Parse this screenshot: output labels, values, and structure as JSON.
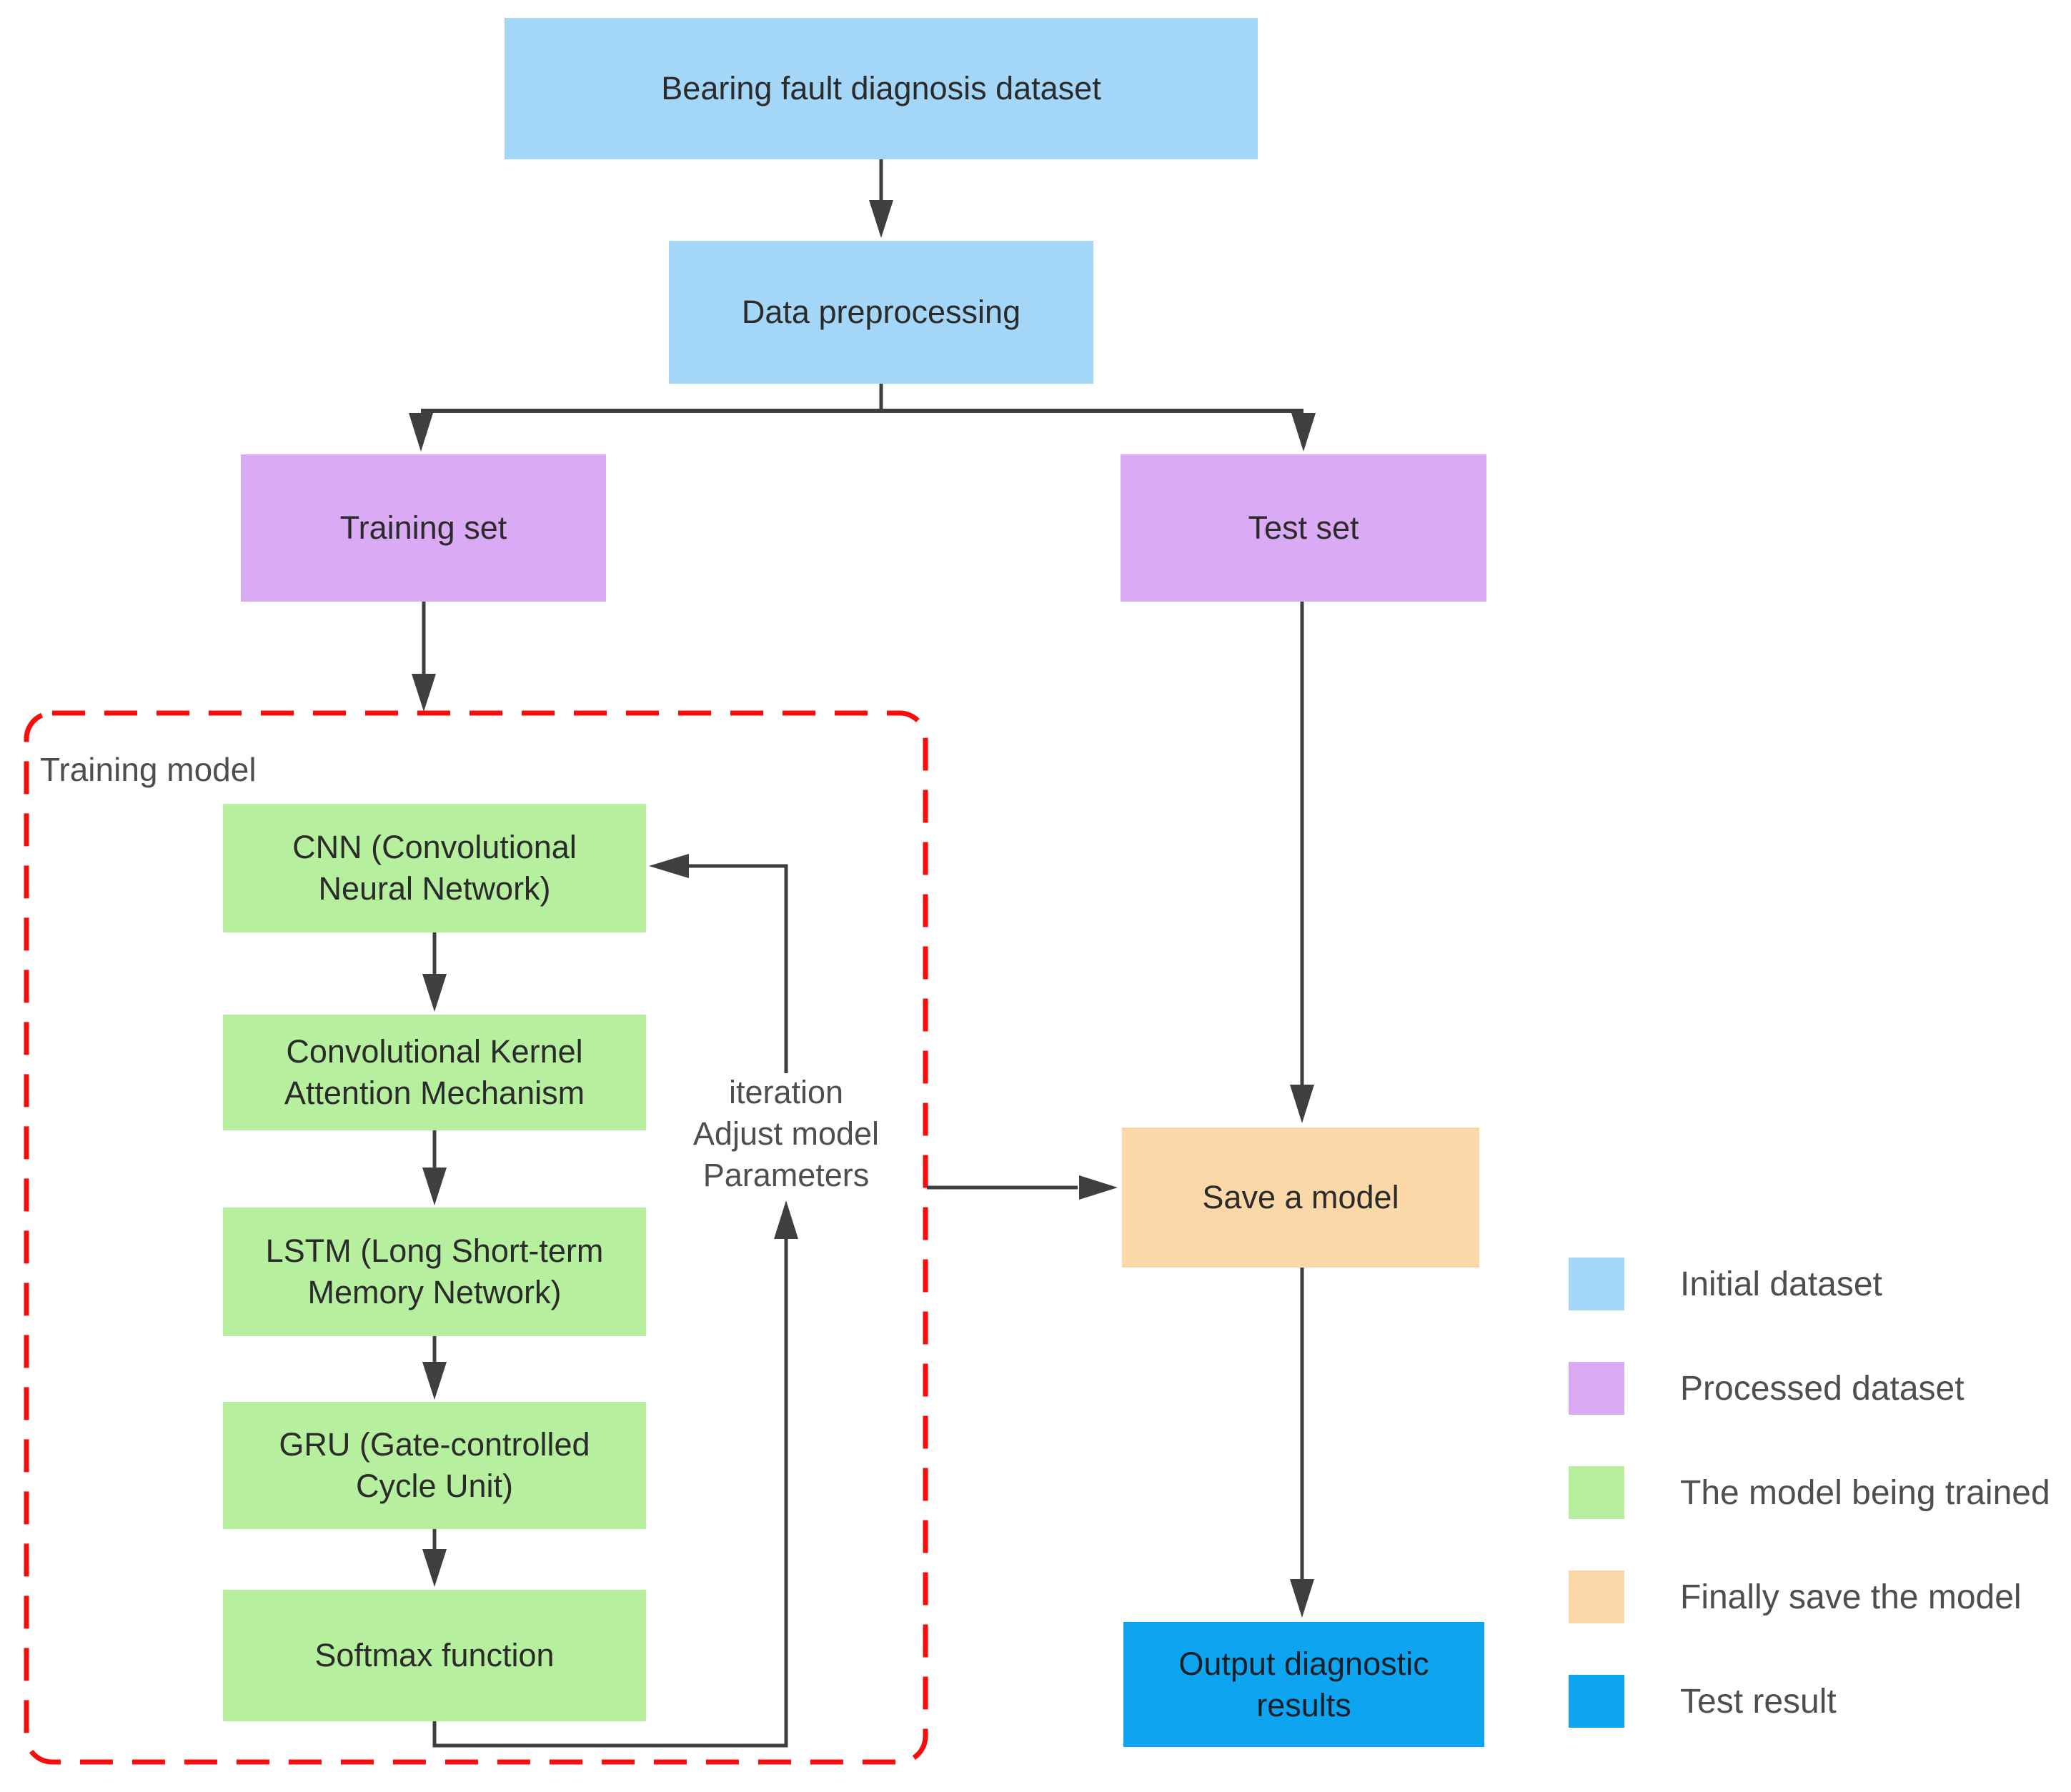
{
  "nodes": {
    "bearing": {
      "label": "Bearing fault diagnosis dataset"
    },
    "preprocessing": {
      "label": "Data preprocessing"
    },
    "training_set": {
      "label": "Training set"
    },
    "test_set": {
      "label": "Test set"
    },
    "training_model_group": {
      "label": "Training model"
    },
    "cnn": {
      "label": "CNN (Convolutional Neural Network)"
    },
    "attention": {
      "label": "Convolutional Kernel Attention Mechanism"
    },
    "lstm": {
      "label": "LSTM (Long Short-term Memory Network)"
    },
    "gru": {
      "label": "GRU (Gate-controlled Cycle Unit)"
    },
    "softmax": {
      "label": "Softmax function"
    },
    "save_model": {
      "label": "Save a model"
    },
    "output_results": {
      "label": "Output diagnostic results"
    }
  },
  "annotations": {
    "iteration": [
      "iteration",
      "Adjust model",
      "Parameters"
    ]
  },
  "legend": [
    {
      "color": "#a4d6f7",
      "label": "Initial dataset"
    },
    {
      "color": "#dbaaf5",
      "label": "Processed dataset"
    },
    {
      "color": "#b6ef9d",
      "label": "The model being trained"
    },
    {
      "color": "#fbd8a8",
      "label": "Finally save the model"
    },
    {
      "color": "#0ea5f0",
      "label": "Test result"
    }
  ],
  "colors": {
    "initial_dataset": "#a4d6f7",
    "processed_dataset": "#dbaaf5",
    "model_being_trained": "#b6ef9d",
    "save_model": "#fbd8a8",
    "test_result": "#0ea5f0",
    "dashed_border": "#f80d0d",
    "connector": "#3f3f3f"
  }
}
